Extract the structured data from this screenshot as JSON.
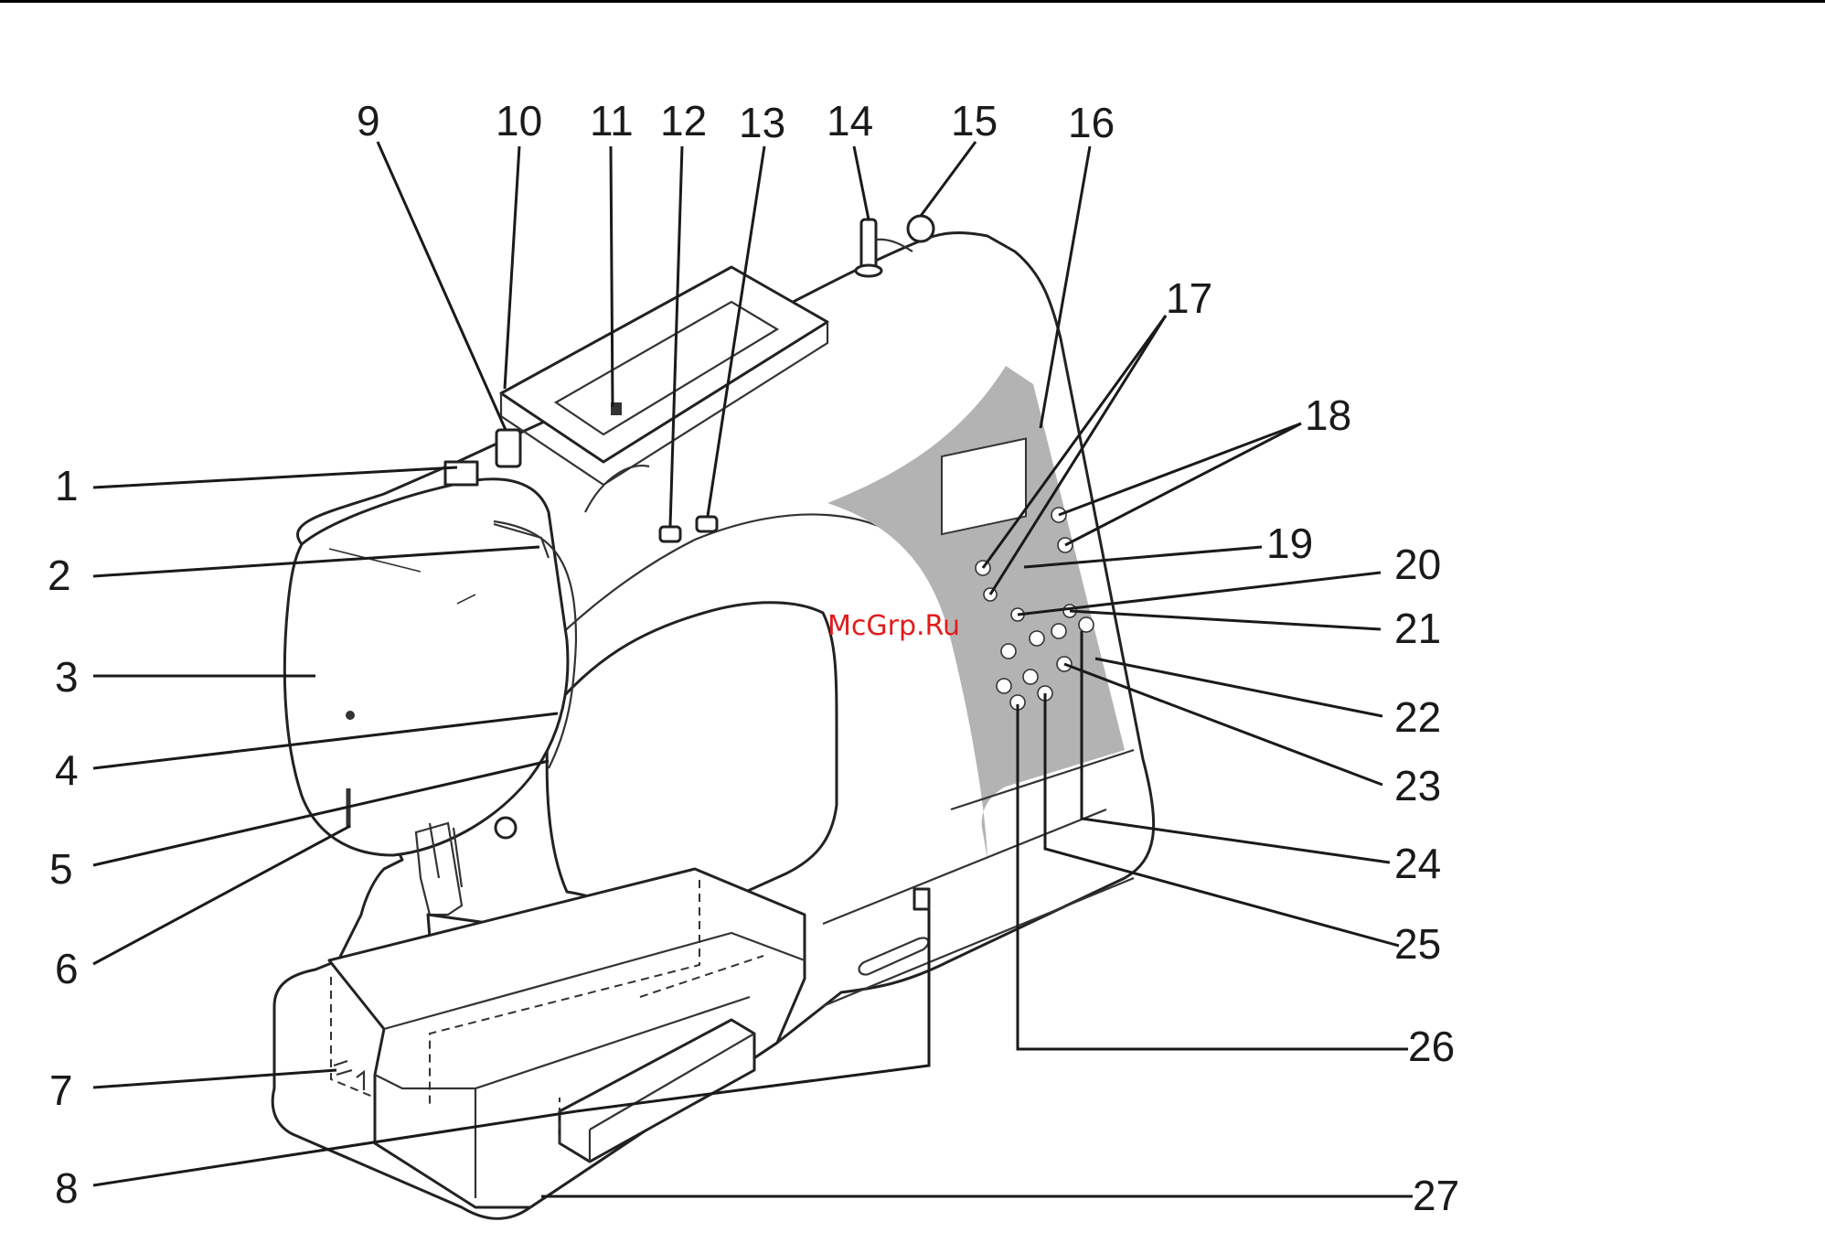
{
  "callouts": [
    {
      "n": "1"
    },
    {
      "n": "2"
    },
    {
      "n": "3"
    },
    {
      "n": "4"
    },
    {
      "n": "5"
    },
    {
      "n": "6"
    },
    {
      "n": "7"
    },
    {
      "n": "8"
    },
    {
      "n": "9"
    },
    {
      "n": "10"
    },
    {
      "n": "11"
    },
    {
      "n": "12"
    },
    {
      "n": "13"
    },
    {
      "n": "14"
    },
    {
      "n": "15"
    },
    {
      "n": "16"
    },
    {
      "n": "17"
    },
    {
      "n": "18"
    },
    {
      "n": "19"
    },
    {
      "n": "20"
    },
    {
      "n": "21"
    },
    {
      "n": "22"
    },
    {
      "n": "23"
    },
    {
      "n": "24"
    },
    {
      "n": "25"
    },
    {
      "n": "26"
    },
    {
      "n": "27"
    }
  ],
  "watermark": "McGrp.Ru"
}
